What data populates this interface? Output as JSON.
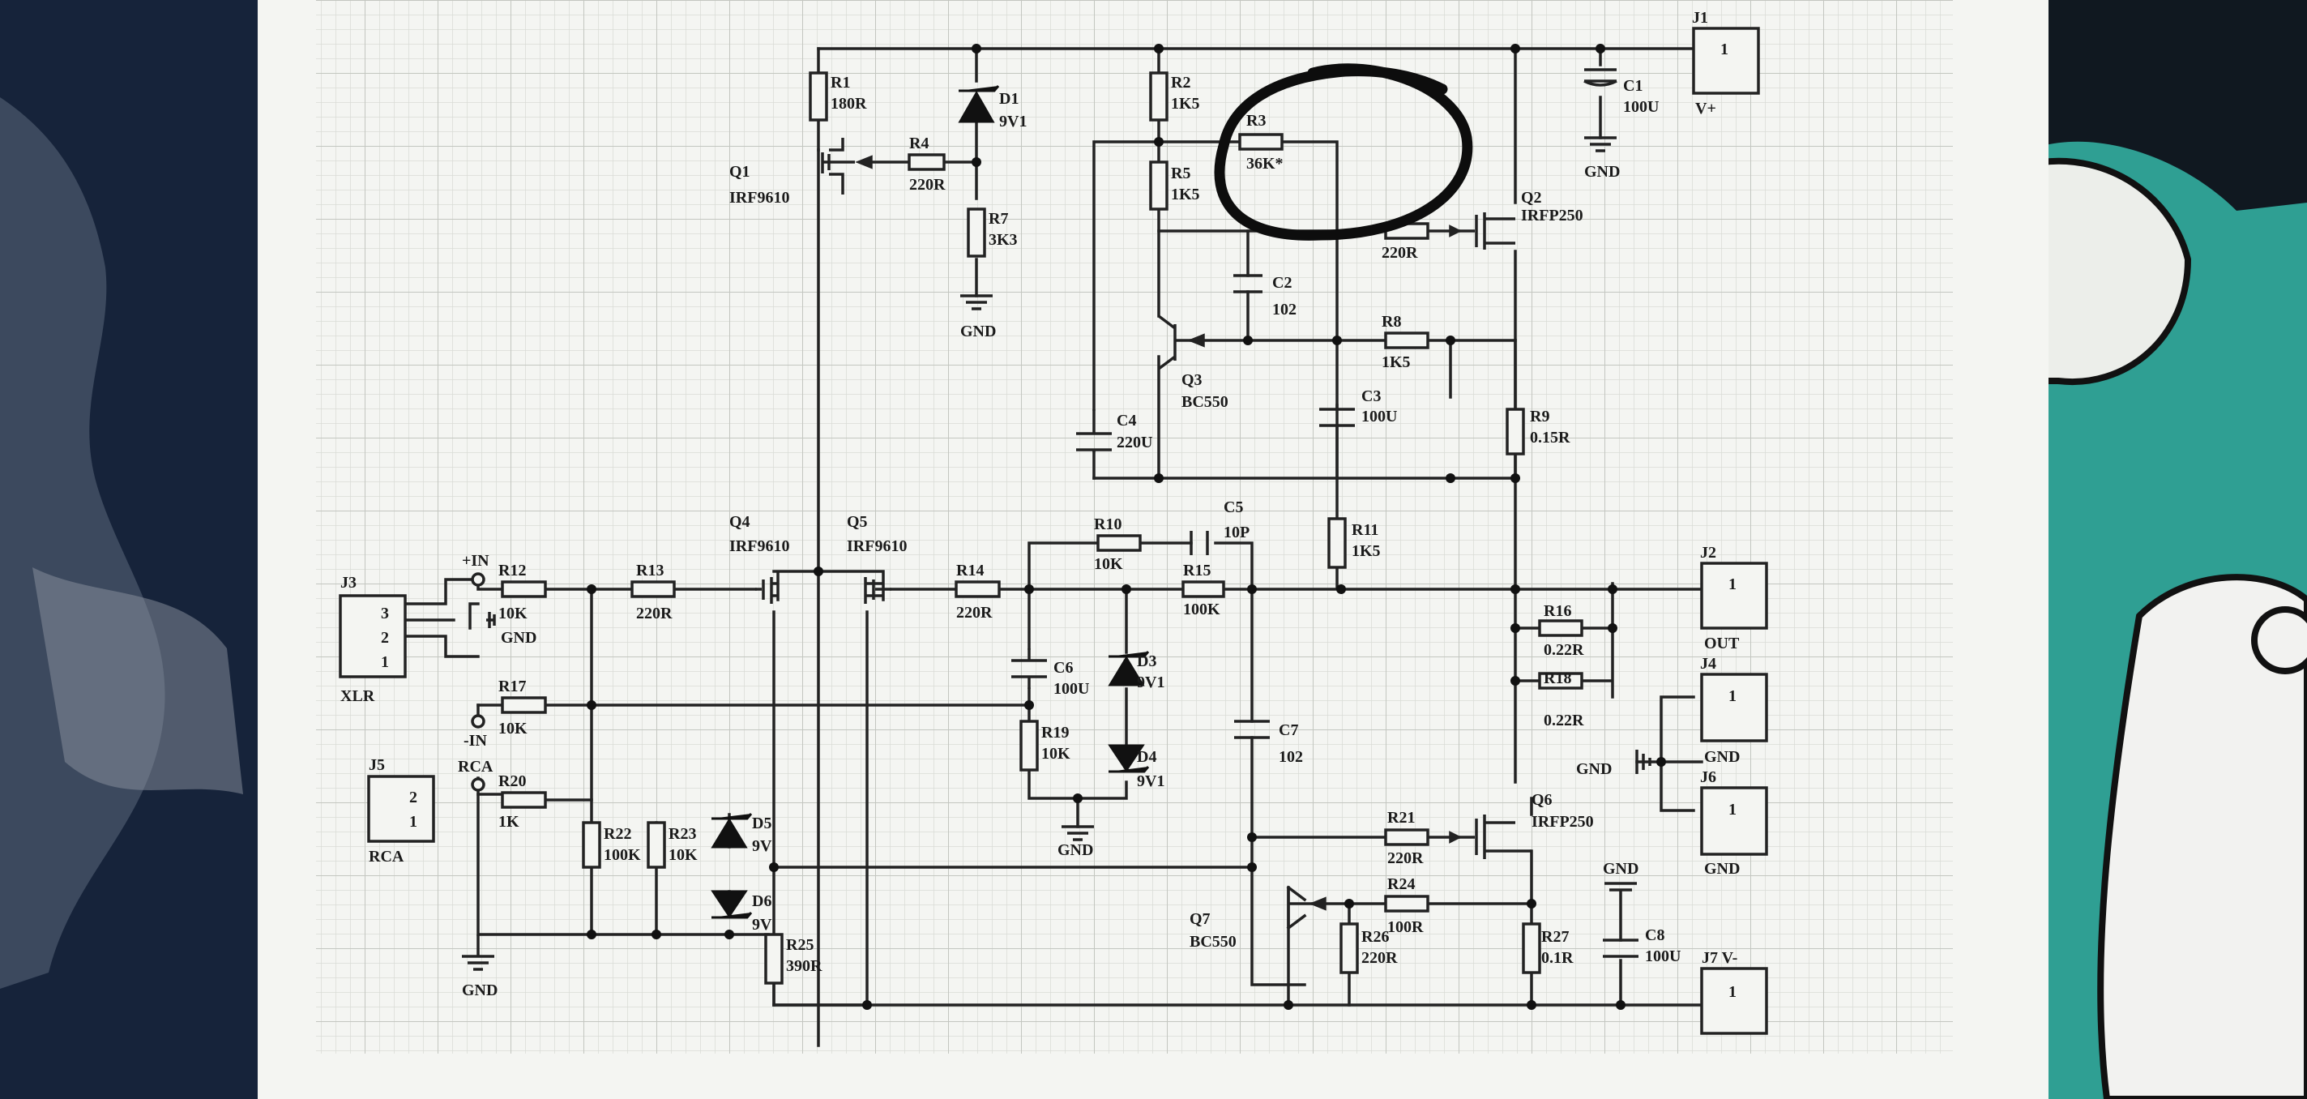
{
  "resistors": {
    "R1": {
      "ref": "R1",
      "val": "180R"
    },
    "R2": {
      "ref": "R2",
      "val": "1K5"
    },
    "R3": {
      "ref": "R3",
      "val": "36K*"
    },
    "R4": {
      "ref": "R4",
      "val": "220R"
    },
    "R5": {
      "ref": "R5",
      "val": "1K5"
    },
    "R6": {
      "ref": "",
      "val": "220R"
    },
    "R7": {
      "ref": "R7",
      "val": "3K3"
    },
    "R8": {
      "ref": "R8",
      "val": "1K5"
    },
    "R9": {
      "ref": "R9",
      "val": "0.15R"
    },
    "R10": {
      "ref": "R10",
      "val": "10K"
    },
    "R11": {
      "ref": "R11",
      "val": "1K5"
    },
    "R12": {
      "ref": "R12",
      "val": "10K"
    },
    "R13": {
      "ref": "R13",
      "val": "220R"
    },
    "R14": {
      "ref": "R14",
      "val": "220R"
    },
    "R15": {
      "ref": "R15",
      "val": "100K"
    },
    "R16": {
      "ref": "R16",
      "val": "0.22R"
    },
    "R17": {
      "ref": "R17",
      "val": "10K"
    },
    "R18": {
      "ref": "R18",
      "val": "0.22R"
    },
    "R19": {
      "ref": "R19",
      "val": "10K"
    },
    "R20": {
      "ref": "R20",
      "val": "1K"
    },
    "R21": {
      "ref": "R21",
      "val": "220R"
    },
    "R22": {
      "ref": "R22",
      "val": "100K"
    },
    "R23": {
      "ref": "R23",
      "val": "10K"
    },
    "R24": {
      "ref": "R24",
      "val": "100R"
    },
    "R25": {
      "ref": "R25",
      "val": "390R"
    },
    "R26": {
      "ref": "R26",
      "val": "220R"
    },
    "R27": {
      "ref": "R27",
      "val": "0.1R"
    }
  },
  "capacitors": {
    "C1": {
      "ref": "C1",
      "val": "100U"
    },
    "C2": {
      "ref": "C2",
      "val": "102"
    },
    "C3": {
      "ref": "C3",
      "val": "100U"
    },
    "C4": {
      "ref": "C4",
      "val": "220U"
    },
    "C5": {
      "ref": "C5",
      "val": "10P"
    },
    "C6": {
      "ref": "C6",
      "val": "100U"
    },
    "C7": {
      "ref": "C7",
      "val": "102"
    },
    "C8": {
      "ref": "C8",
      "val": "100U"
    }
  },
  "diodes": {
    "D1": {
      "ref": "D1",
      "val": "9V1"
    },
    "D3": {
      "ref": "D3",
      "val": "9V1"
    },
    "D4": {
      "ref": "D4",
      "val": "9V1"
    },
    "D5": {
      "ref": "D5",
      "val": "9V"
    },
    "D6": {
      "ref": "D6",
      "val": "9V"
    }
  },
  "transistors": {
    "Q1": {
      "ref": "Q1",
      "val": "IRF9610"
    },
    "Q2": {
      "ref": "Q2",
      "val": "IRFP250"
    },
    "Q3": {
      "ref": "Q3",
      "val": "BC550"
    },
    "Q4": {
      "ref": "Q4",
      "val": "IRF9610"
    },
    "Q5": {
      "ref": "Q5",
      "val": "IRF9610"
    },
    "Q6": {
      "ref": "Q6",
      "val": "IRFP250"
    },
    "Q7": {
      "ref": "Q7",
      "val": "BC550"
    }
  },
  "connectors": {
    "J1": {
      "ref": "J1",
      "pin": "1",
      "label": "V+"
    },
    "J2": {
      "ref": "J2",
      "pin": "1",
      "label": "OUT"
    },
    "J3": {
      "ref": "J3",
      "pins": [
        "3",
        "2",
        "1"
      ],
      "label": "XLR"
    },
    "J4": {
      "ref": "J4",
      "pin": "1",
      "label": "GND"
    },
    "J5": {
      "ref": "J5",
      "pins": [
        "2",
        "1"
      ],
      "label": "RCA"
    },
    "J6": {
      "ref": "J6",
      "pin": "1",
      "label": "GND"
    },
    "J7": {
      "ref": "J7 V-",
      "pin": "1"
    }
  },
  "nets": {
    "plus_in": "+IN",
    "minus_in": "-IN",
    "rca": "RCA",
    "gnd": "GND",
    "gnd_dot": "GND"
  },
  "colors": {
    "paper": "#f4f5f2",
    "grid": "#d6d8d3",
    "ink": "#222222",
    "backdrop": "#16233a",
    "fabric_teal": "#2f9f93"
  }
}
